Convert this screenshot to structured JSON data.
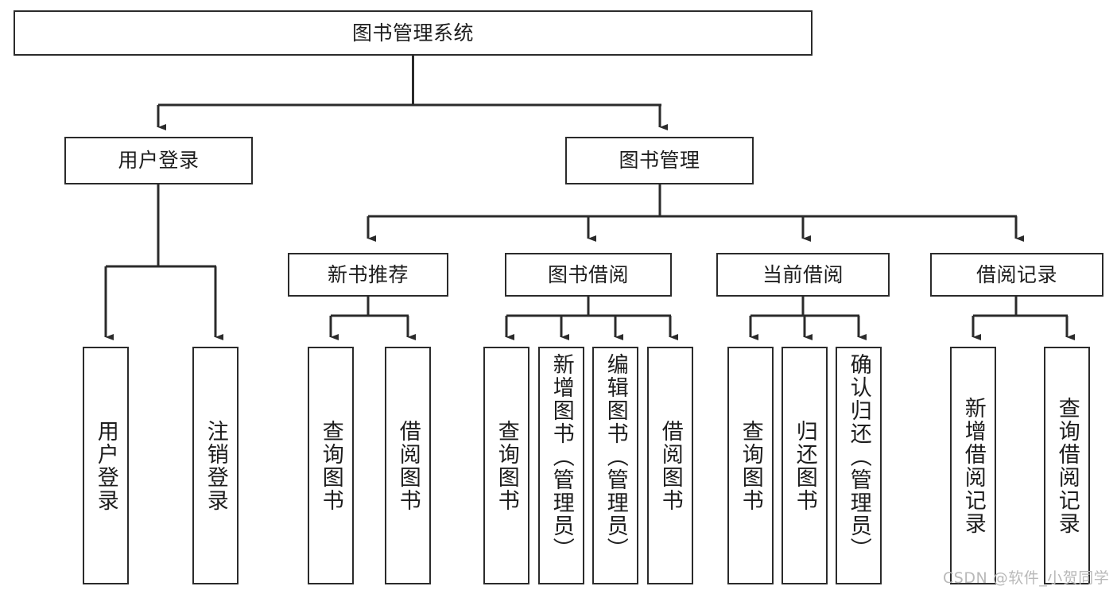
{
  "diagram": {
    "title": "图书管理系统",
    "type": "tree-hierarchy-chart",
    "edge_color": "#2b2b2b",
    "box_border_color": "#2b2b2b",
    "box_fill_color": "#ffffff",
    "background_color": "#ffffff"
  },
  "root": {
    "label": "图书管理系统"
  },
  "level2": {
    "user_login": {
      "label": "用户登录"
    },
    "book_manage": {
      "label": "图书管理"
    }
  },
  "level3": {
    "new_book_recommend": {
      "label": "新书推荐"
    },
    "book_borrow": {
      "label": "图书借阅"
    },
    "current_borrow": {
      "label": "当前借阅"
    },
    "borrow_record": {
      "label": "借阅记录"
    }
  },
  "leaves": {
    "user_login": [
      {
        "label": "用户登录"
      },
      {
        "label": "注销登录"
      }
    ],
    "new_book_recommend": [
      {
        "label": "查询图书"
      },
      {
        "label": "借阅图书"
      }
    ],
    "book_borrow": [
      {
        "label": "查询图书"
      },
      {
        "label": "新增图书（管理员）"
      },
      {
        "label": "编辑图书（管理员）"
      },
      {
        "label": "借阅图书"
      }
    ],
    "current_borrow": [
      {
        "label": "查询图书"
      },
      {
        "label": "归还图书"
      },
      {
        "label": "确认归还（管理员）"
      }
    ],
    "borrow_record": [
      {
        "label": "新增借阅记录"
      },
      {
        "label": "查询借阅记录"
      }
    ]
  },
  "watermark": {
    "text": "CSDN @软件_小贺同学",
    "color": "#b9b9b9"
  }
}
